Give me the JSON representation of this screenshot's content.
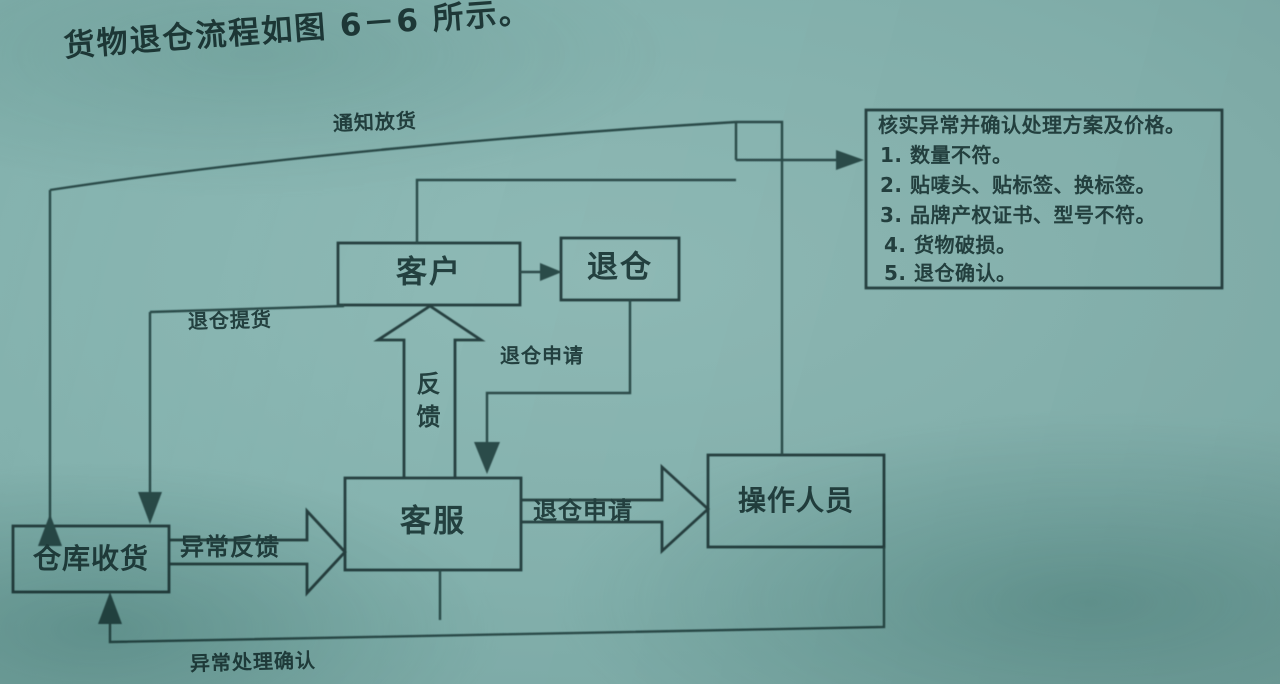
{
  "page": {
    "heading": "货物退仓流程如图 6－6 所示。",
    "background_color": "#7ba8a4",
    "ink_color": "#2c4b4a"
  },
  "nodes": [
    {
      "id": "customer",
      "label": "客户"
    },
    {
      "id": "return",
      "label": "退仓"
    },
    {
      "id": "warehouse",
      "label": "仓库收货"
    },
    {
      "id": "service",
      "label": "客服"
    },
    {
      "id": "operator",
      "label": "操作人员"
    }
  ],
  "edge_labels": [
    {
      "id": "notify-release",
      "text": "通知放货"
    },
    {
      "id": "return-pickup",
      "text": "退仓提货"
    },
    {
      "id": "return-request-mid",
      "text": "退仓申请"
    },
    {
      "id": "feedback",
      "text": "反馈"
    },
    {
      "id": "abnormal-feedback",
      "text": "异常反馈"
    },
    {
      "id": "return-request-main",
      "text": "退仓申请"
    },
    {
      "id": "abnormal-confirm",
      "text": "异常处理确认"
    }
  ],
  "note_box": {
    "title": "核实异常并确认处理方案及价格。",
    "items": [
      "1. 数量不符。",
      "2. 贴唛头、贴标签、换标签。",
      "3. 品牌产权证书、型号不符。",
      "4. 货物破损。",
      "5. 退仓确认。"
    ]
  }
}
